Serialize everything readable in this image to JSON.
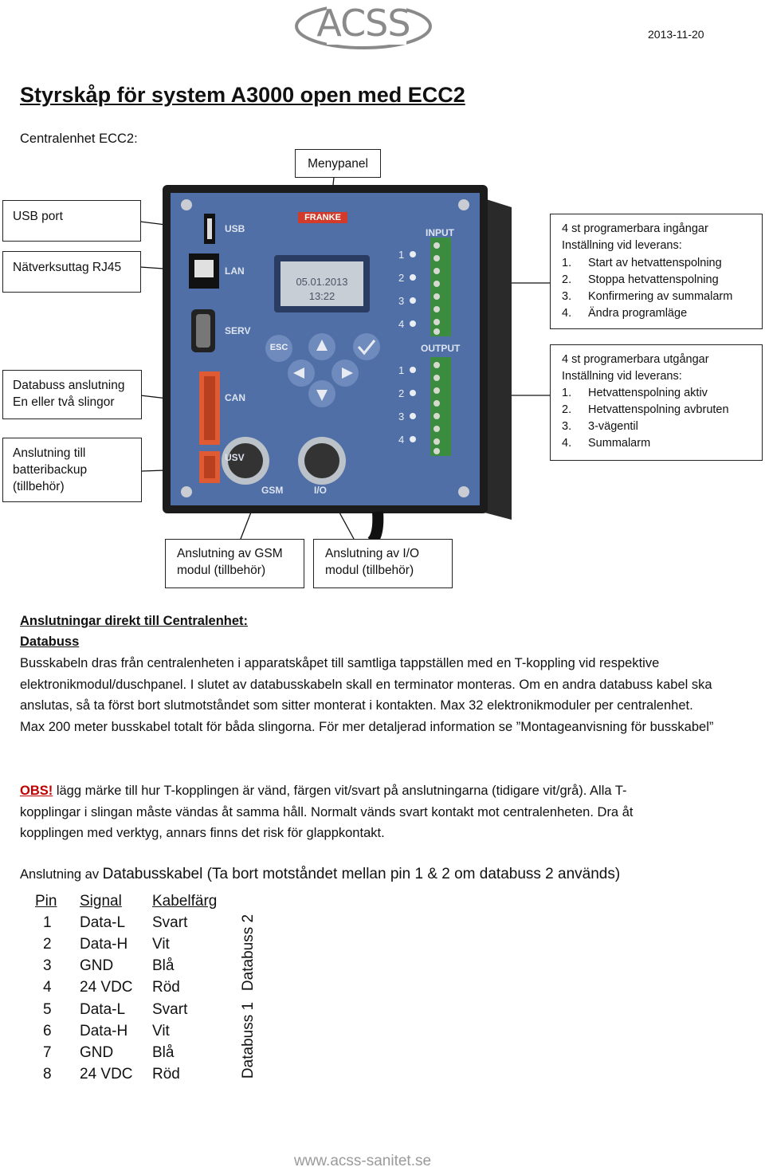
{
  "header": {
    "logo_text": "ACSS",
    "date": "2013-11-20"
  },
  "title": "Styrskåp för system A3000 open med ECC2",
  "subtitle": "Centralenhet ECC2:",
  "callouts": {
    "menypanel": "Menypanel",
    "usb": "USB port",
    "rj45": "Nätverksuttag RJ45",
    "databuss_line1": "Databuss anslutning",
    "databuss_line2": "En eller två slingor",
    "battery_line1": "Anslutning till",
    "battery_line2": "batteribackup",
    "battery_line3": "(tillbehör)",
    "gsm_line1": "Anslutning av GSM",
    "gsm_line2": "modul (tillbehör)",
    "io_line1": "Anslutning av I/O",
    "io_line2": "modul (tillbehör)",
    "inputs": {
      "title": "4 st programerbara ingångar",
      "subtitle": "Inställning vid leverans:",
      "items": [
        {
          "num": "1.",
          "text": "Start av hetvattenspolning"
        },
        {
          "num": "2.",
          "text": "Stoppa hetvattenspolning"
        },
        {
          "num": "3.",
          "text": "Konfirmering av summalarm"
        },
        {
          "num": "4.",
          "text": "Ändra programläge"
        }
      ]
    },
    "outputs": {
      "title": "4 st programerbara utgångar",
      "subtitle": "Inställning vid leverans:",
      "items": [
        {
          "num": "1.",
          "text": "Hetvattenspolning aktiv"
        },
        {
          "num": "2.",
          "text": "Hetvattenspolning avbruten"
        },
        {
          "num": "3.",
          "text": "3-vägentil"
        },
        {
          "num": "4.",
          "text": "Summalarm"
        }
      ]
    }
  },
  "device": {
    "brand": "FRANKE",
    "screen_date": "05.01.2013",
    "screen_time": "13:22",
    "labels": {
      "usb": "USB",
      "lan": "LAN",
      "serv": "SERV",
      "can": "CAN",
      "usv": "USV",
      "gsm": "GSM",
      "io": "I/O",
      "input": "INPUT",
      "output": "OUTPUT",
      "esc": "ESC"
    },
    "pin_numbers": [
      "1",
      "2",
      "3",
      "4"
    ],
    "body_color": "#4f6fa6",
    "frame_color": "#1c1c1c"
  },
  "section": {
    "heading": "Anslutningar direkt till Centralenhet:",
    "subheading": "Databuss",
    "paragraph": "Busskabeln dras från centralenheten i apparatskåpet till samtliga tappställen med en T-koppling vid respektive elektronikmodul/duschpanel. I slutet av databusskabeln skall en terminator monteras. Om en andra databuss kabel ska anslutas, så ta först bort slutmotståndet som sitter monterat i kontakten.  Max 32 elektronikmoduler per centralenhet. Max 200 meter busskabel totalt för båda slingorna. För mer detaljerad information se ”Montageanvisning för busskabel”",
    "obs_label": "OBS!",
    "obs_text": " lägg märke till hur T-kopplingen är vänd, färgen vit/svart på anslutningarna (tidigare vit/grå). Alla T-kopplingar i slingan måste vändas åt samma håll. Normalt vänds svart kontakt mot centralenheten. Dra åt kopplingen med verktyg, annars finns det risk för glappkontakt."
  },
  "cable": {
    "intro_small": "Anslutning av ",
    "intro_large": "Databusskabel (Ta bort motståndet mellan pin 1 & 2 om databuss 2 används)",
    "headers": [
      "Pin",
      "Signal",
      "Kabelfärg"
    ],
    "rows": [
      [
        "1",
        "Data-L",
        "Svart"
      ],
      [
        "2",
        "Data-H",
        "Vit"
      ],
      [
        "3",
        "GND",
        "Blå"
      ],
      [
        "4",
        "24 VDC",
        "Röd"
      ],
      [
        "5",
        "Data-L",
        "Svart"
      ],
      [
        "6",
        "Data-H",
        "Vit"
      ],
      [
        "7",
        "GND",
        "Blå"
      ],
      [
        "8",
        "24 VDC",
        "Röd"
      ]
    ],
    "group_upper": "Databuss 2",
    "group_lower": "Databuss 1"
  },
  "footer": "www.acss-sanitet.se"
}
